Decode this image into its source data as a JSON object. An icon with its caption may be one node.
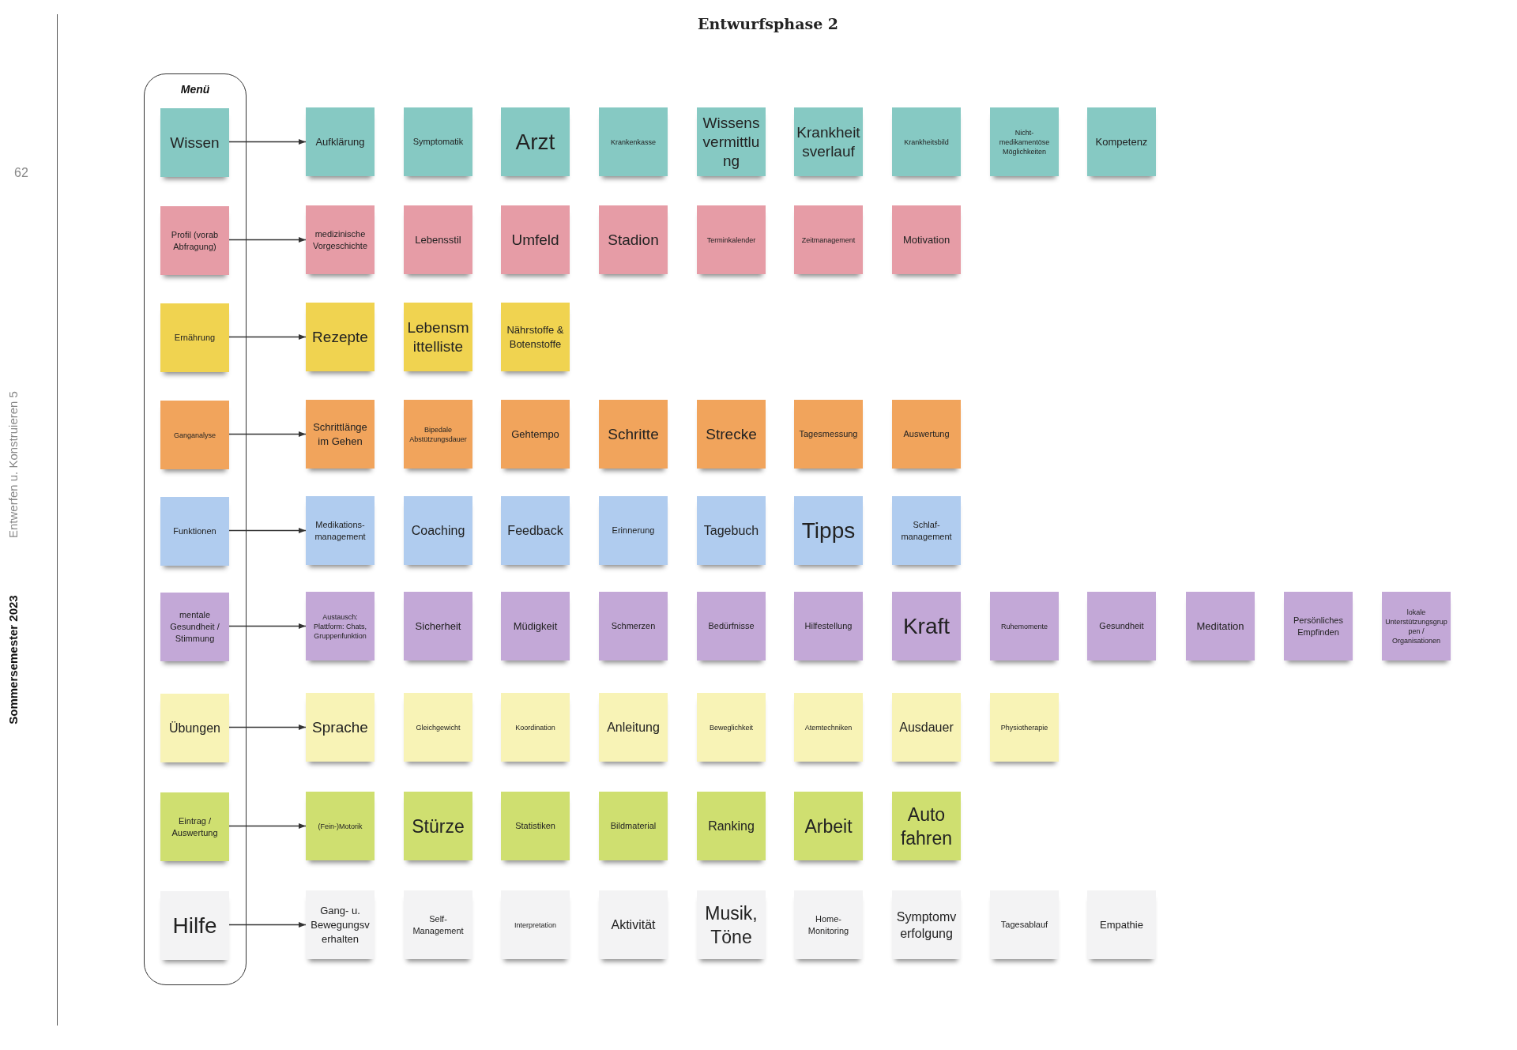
{
  "diagram": {
    "title": "Entwurfsphase 2",
    "nodes": [
      {
        "text": [
          "Menü"
        ]
      },
      {
        "text": [
          "Wissen"
        ],
        "in": 0
      },
      {
        "text": [
          "Profil (vorab Abfragung)"
        ],
        "in": 0
      },
      {
        "text": [
          "Ernährung"
        ],
        "in": 0
      },
      {
        "text": [
          "Ganganalyse"
        ],
        "in": 0
      },
      {
        "text": [
          "Funktionen"
        ],
        "in": 0
      },
      {
        "text": [
          "mentale Gesundheit / Stimmung"
        ],
        "in": 0
      },
      {
        "text": [
          "Übungen"
        ],
        "in": 0
      },
      {
        "text": [
          "Eintrag / Auswertung"
        ],
        "in": 0
      },
      {
        "text": [
          "Hilfe"
        ],
        "in": 0
      },
      {
        "text": [
          "Aufklärung"
        ]
      },
      {
        "text": [
          "Symptomatik"
        ]
      },
      {
        "text": [
          "Arzt"
        ]
      },
      {
        "text": [
          "Krankenkasse"
        ]
      },
      {
        "text": [
          "Wissensvermittlung"
        ]
      },
      {
        "text": [
          "Krankheitsverlauf"
        ]
      },
      {
        "text": [
          "Krankheitsbild"
        ]
      },
      {
        "text": [
          "Nicht-medikamentöse Möglichkeiten"
        ]
      },
      {
        "text": [
          "Kompetenz"
        ]
      },
      {
        "text": [
          "medizinische Vorgeschichte"
        ]
      },
      {
        "text": [
          "Lebensstil"
        ]
      },
      {
        "text": [
          "Umfeld"
        ]
      },
      {
        "text": [
          "Stadion"
        ]
      },
      {
        "text": [
          "Terminkalender"
        ]
      },
      {
        "text": [
          "Zeitmanagement"
        ]
      },
      {
        "text": [
          "Motivation"
        ]
      },
      {
        "text": [
          "Rezepte"
        ]
      },
      {
        "text": [
          "Lebensmittelliste"
        ]
      },
      {
        "text": [
          "Nährstoffe & Botenstoffe"
        ]
      },
      {
        "text": [
          "Schrittlänge im Gehen"
        ]
      },
      {
        "text": [
          "Bipedale Abstützungsdauer"
        ]
      },
      {
        "text": [
          "Gehtempo"
        ]
      },
      {
        "text": [
          "Schritte"
        ]
      },
      {
        "text": [
          "Strecke"
        ]
      },
      {
        "text": [
          "Tagesmessung"
        ]
      },
      {
        "text": [
          "Auswertung"
        ]
      },
      {
        "text": [
          "Medikations-management"
        ]
      },
      {
        "text": [
          "Coaching"
        ]
      },
      {
        "text": [
          "Feedback"
        ]
      },
      {
        "text": [
          "Erinnerung"
        ]
      },
      {
        "text": [
          "Tagebuch"
        ]
      },
      {
        "text": [
          "Tipps"
        ]
      },
      {
        "text": [
          "Schlaf-management"
        ]
      },
      {
        "text": [
          "Austausch: Plattform: Chats, Gruppenfunktion"
        ]
      },
      {
        "text": [
          "Sicherheit"
        ]
      },
      {
        "text": [
          "Müdigkeit"
        ]
      },
      {
        "text": [
          "Schmerzen"
        ]
      },
      {
        "text": [
          "Bedürfnisse"
        ]
      },
      {
        "text": [
          "Hilfestellung"
        ]
      },
      {
        "text": [
          "Kraft"
        ]
      },
      {
        "text": [
          "Ruhemomente"
        ]
      },
      {
        "text": [
          "Gesundheit"
        ]
      },
      {
        "text": [
          "Meditation"
        ]
      },
      {
        "text": [
          "Persönliches Empfinden"
        ]
      },
      {
        "text": [
          "lokale Unterstützungsgruppen / Organisationen"
        ]
      },
      {
        "text": [
          "Sprache"
        ]
      },
      {
        "text": [
          "Gleichgewicht"
        ]
      },
      {
        "text": [
          "Koordination"
        ]
      },
      {
        "text": [
          "Anleitung"
        ]
      },
      {
        "text": [
          "Beweglichkeit"
        ]
      },
      {
        "text": [
          "Atemtechniken"
        ]
      },
      {
        "text": [
          "Ausdauer"
        ]
      },
      {
        "text": [
          "Physiotherapie"
        ]
      },
      {
        "text": [
          "(Fein-)Motorik"
        ]
      },
      {
        "text": [
          "Stürze"
        ]
      },
      {
        "text": [
          "Statistiken"
        ]
      },
      {
        "text": [
          "Bildmaterial"
        ]
      },
      {
        "text": [
          "Ranking"
        ]
      },
      {
        "text": [
          "Arbeit"
        ]
      },
      {
        "text": [
          "Auto fahren"
        ]
      },
      {
        "text": [
          "Gang- u. Bewegungsverhalten"
        ]
      },
      {
        "text": [
          "Self-Management"
        ]
      },
      {
        "text": [
          "Interpretation"
        ]
      },
      {
        "text": [
          "Aktivität"
        ]
      },
      {
        "text": [
          "Musik, Töne"
        ]
      },
      {
        "text": [
          "Home-Monitoring"
        ]
      },
      {
        "text": [
          "Symptomverfolgung"
        ]
      },
      {
        "text": [
          "Tagesablauf"
        ]
      },
      {
        "text": [
          "Empathie"
        ]
      }
    ],
    "edges": [
      {
        "from": 1,
        "to": 10,
        "arrow": "to"
      },
      {
        "from": 2,
        "to": 19,
        "arrow": "to"
      },
      {
        "from": 3,
        "to": 26,
        "arrow": "to"
      },
      {
        "from": 4,
        "to": 29,
        "arrow": "to"
      },
      {
        "from": 5,
        "to": 36,
        "arrow": "to"
      },
      {
        "from": 6,
        "to": 43,
        "arrow": "to"
      },
      {
        "from": 7,
        "to": 55,
        "arrow": "to"
      },
      {
        "from": 8,
        "to": 63,
        "arrow": "to"
      },
      {
        "from": 9,
        "to": 70,
        "arrow": "to"
      }
    ],
    "labels": [
      "62",
      "Entwerfen u. Konstruieren 5",
      "Sommersemester 2023"
    ]
  }
}
